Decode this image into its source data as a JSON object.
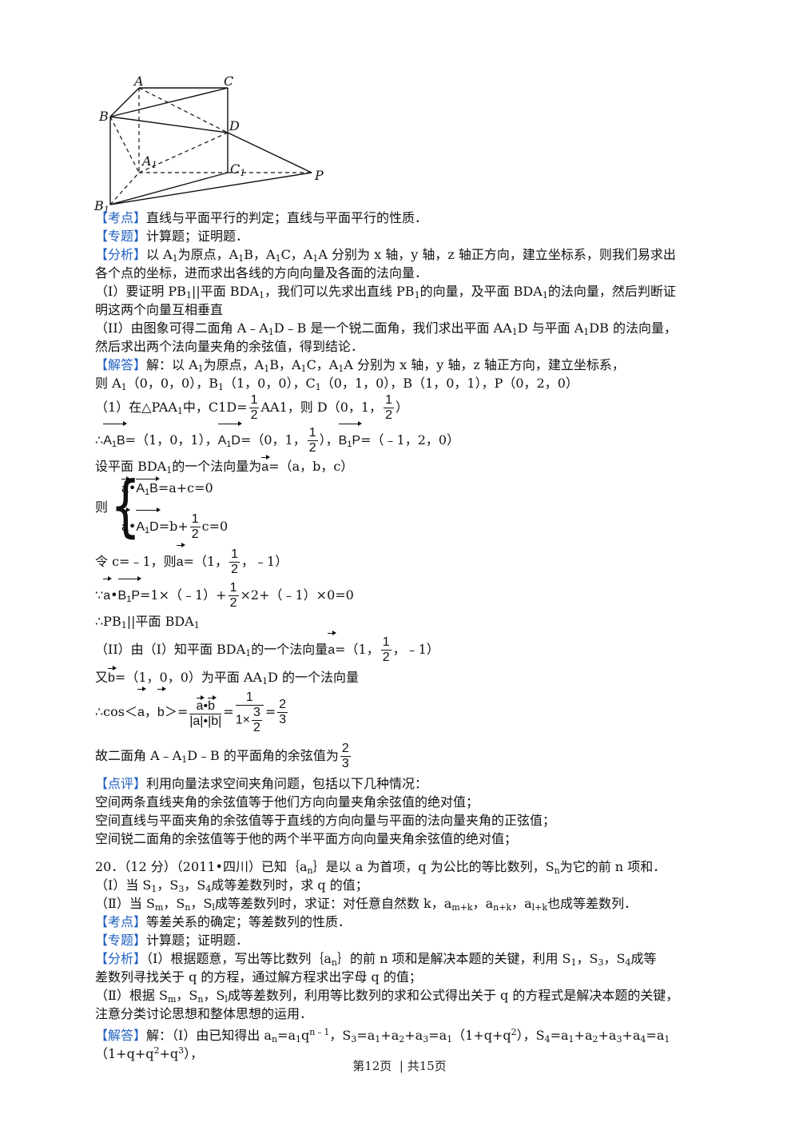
{
  "figure": {
    "labels": {
      "A": "A",
      "C": "C",
      "B": "B",
      "D": "D",
      "A1": "A",
      "A1_sub": "1",
      "C1": "C",
      "C1_sub": "1",
      "P": "P",
      "B1": "B",
      "B1_sub": "1"
    }
  },
  "q19": {
    "kaodian_tag": "【考点】",
    "kaodian": "直线与平面平行的判定；直线与平面平行的性质．",
    "zhuanti_tag": "【专题】",
    "zhuanti": "计算题；证明题．",
    "fenxi_tag": "【分析】",
    "fenxi_1a": "以 A",
    "fenxi_1b": "为原点，A",
    "fenxi_1c": "B，A",
    "fenxi_1d": "C，A",
    "fenxi_1e": "A 分别为 x 轴，y 轴，z 轴正方向，建立坐标系，则我们易求出",
    "fenxi_2": "各个点的坐标，进而求出各线的方向向量及各面的法向量．",
    "fenxi_3a": "（I）要证明 PB",
    "fenxi_3b": "||平面 BDA",
    "fenxi_3c": "，我们可以先求出直线 PB",
    "fenxi_3d": "的向量，及平面 BDA",
    "fenxi_3e": "的法向量，然后判断证",
    "fenxi_4": "明这两个向量互相垂直",
    "fenxi_5a": "（II）由图象可得二面角 A﹣A",
    "fenxi_5b": "D﹣B 是一个锐二面角，我们求出平面 AA",
    "fenxi_5c": "D 与平面 A",
    "fenxi_5d": "DB 的法向量，",
    "fenxi_6": "然后求出两个法向量夹角的余弦值，得到结论．",
    "jieda_tag": "【解答】",
    "jieda_1a": "解：以 A",
    "jieda_1b": "为原点，A",
    "jieda_1c": "B，A",
    "jieda_1d": "C，A",
    "jieda_1e": "A 分别为 x 轴，y 轴，z 轴正方向，建立坐标系，",
    "jieda_2a": "则 A",
    "jieda_2b": "（0，0，0），B",
    "jieda_2c": "（1，0，0），C",
    "jieda_2d": "（0，1，0），B（1，0，1），P（0，2，0）",
    "jieda_3a": "（1）在△PAA",
    "jieda_3b": "中，C1D=",
    "jieda_3c": "AA1，则 D（0，1，",
    "jieda_3d": "）",
    "jieda_4a": "∴",
    "jieda_4b": "=（1，0，1），",
    "jieda_4c": "=（0，1，",
    "jieda_4d": "），",
    "jieda_4e": "=（﹣1，2，0）",
    "jieda_5a": "设平面 BDA",
    "jieda_5b": "的一个法向量为",
    "jieda_5c": "=（a，b，c）",
    "jieda_sys_ze": "则",
    "jieda_sys_1": "=a+c=0",
    "jieda_sys_2": "=b+",
    "jieda_sys_2b": "c=0",
    "jieda_6a": "令 c=﹣1，则",
    "jieda_6b": "=（1，",
    "jieda_6c": "，﹣1）",
    "jieda_7a": "∵",
    "jieda_7b": "=1×（﹣1）+",
    "jieda_7c": "×2+（﹣1）×0=0",
    "jieda_8a": "∴PB",
    "jieda_8b": "||平面 BDA",
    "jieda_9a": "（II）由（I）知平面 BDA",
    "jieda_9b": "的一个法向量",
    "jieda_9c": "=（1，",
    "jieda_9d": "，﹣1）",
    "jieda_10a": "又",
    "jieda_10b": "=（1，0，0）为平面 AA",
    "jieda_10c": "D 的一个法向量",
    "jieda_11a": "∴cos＜",
    "jieda_11b": "，",
    "jieda_11c": "＞=",
    "jieda_11d": "=",
    "jieda_11e": "=",
    "jieda_12a": "故二面角 A﹣A",
    "jieda_12b": "D﹣B 的平面角的余弦值为",
    "dianping_tag": "【点评】",
    "dianping_1": "利用向量法求空间夹角问题，包括以下几种情况：",
    "dianping_2": "空间两条直线夹角的余弦值等于他们方向向量夹角余弦值的绝对值；",
    "dianping_3": "空间直线与平面夹角的余弦值等于直线的方向向量与平面的法向量夹角的正弦值；",
    "dianping_4": "空间锐二面角的余弦值等于他的两个半平面方向向量夹角余弦值的绝对值；"
  },
  "math": {
    "one": "1",
    "two": "2",
    "three": "3",
    "A1B": "A",
    "A1B_sub": "1",
    "A1B_end": "B",
    "A1D": "A",
    "A1D_sub": "1",
    "A1D_end": "D",
    "B1P": "B",
    "B1P_sub": "1",
    "B1P_end": "P",
    "a": "a",
    "b": "b",
    "dot": "•",
    "abs_ab": "|a|•|b|",
    "one_times": "1×"
  },
  "q20": {
    "head_a": "20．（12 分）（2011•四川）已知｛a",
    "head_b": "｝是以 a 为首项，q 为公比的等比数列，S",
    "head_c": "为它的前 n 项和．",
    "i_a": "（Ⅰ）当 S",
    "i_b": "，S",
    "i_c": "，S",
    "i_d": "成等差数列时，求 q 的值；",
    "ii_a": "（Ⅱ）当 S",
    "ii_b": "，S",
    "ii_c": "，S",
    "ii_d": "成等差数列时，求证：对任意自然数 k，a",
    "ii_e": "，a",
    "ii_f": "，a",
    "ii_g": "也成等差数列．",
    "kaodian_tag": "【考点】",
    "kaodian": "等差关系的确定；等差数列的性质．",
    "zhuanti_tag": "【专题】",
    "zhuanti": "计算题；证明题．",
    "fenxi_tag": "【分析】",
    "fenxi_1a": "（Ⅰ）根据题意，写出等比数列｛a",
    "fenxi_1b": "｝的前 n 项和是解决本题的关键，利用 S",
    "fenxi_1c": "，S",
    "fenxi_1d": "，S",
    "fenxi_1e": "成等",
    "fenxi_2": "差数列寻找关于 q 的方程，通过解方程求出字母 q 的值；",
    "fenxi_3a": "（Ⅱ）根据 S",
    "fenxi_3b": "，S",
    "fenxi_3c": "，S",
    "fenxi_3d": "成等差数列，利用等比数列的求和公式得出关于 q 的方程式是解决本题的关键，",
    "fenxi_4": "注意分类讨论思想和整体思想的运用．",
    "jieda_tag": "【解答】",
    "jieda_1a": "解：（Ⅰ）由已知得出 a",
    "jieda_1b": "=a",
    "jieda_1c": "q",
    "jieda_1d": "，S",
    "jieda_1e": "=a",
    "jieda_1f": "+a",
    "jieda_1g": "+a",
    "jieda_1h": "=a",
    "jieda_1i": "（1+q+q",
    "jieda_1j": "），S",
    "jieda_1k": "=a",
    "jieda_1l": "+a",
    "jieda_1m": "+a",
    "jieda_1n": "+a",
    "jieda_1o": "=a",
    "jieda_2a": "（1+q+q",
    "jieda_2b": "+q",
    "jieda_2c": "），",
    "sub": {
      "n": "n",
      "1": "1",
      "2": "2",
      "3": "3",
      "4": "4",
      "m": "m",
      "l": "l",
      "mk": "m+k",
      "nk": "n+k",
      "lk": "l+k",
      "nminus1": "n﹣1"
    }
  },
  "footer": {
    "page": "第12页",
    "sep": "|",
    "total": "共15页"
  }
}
